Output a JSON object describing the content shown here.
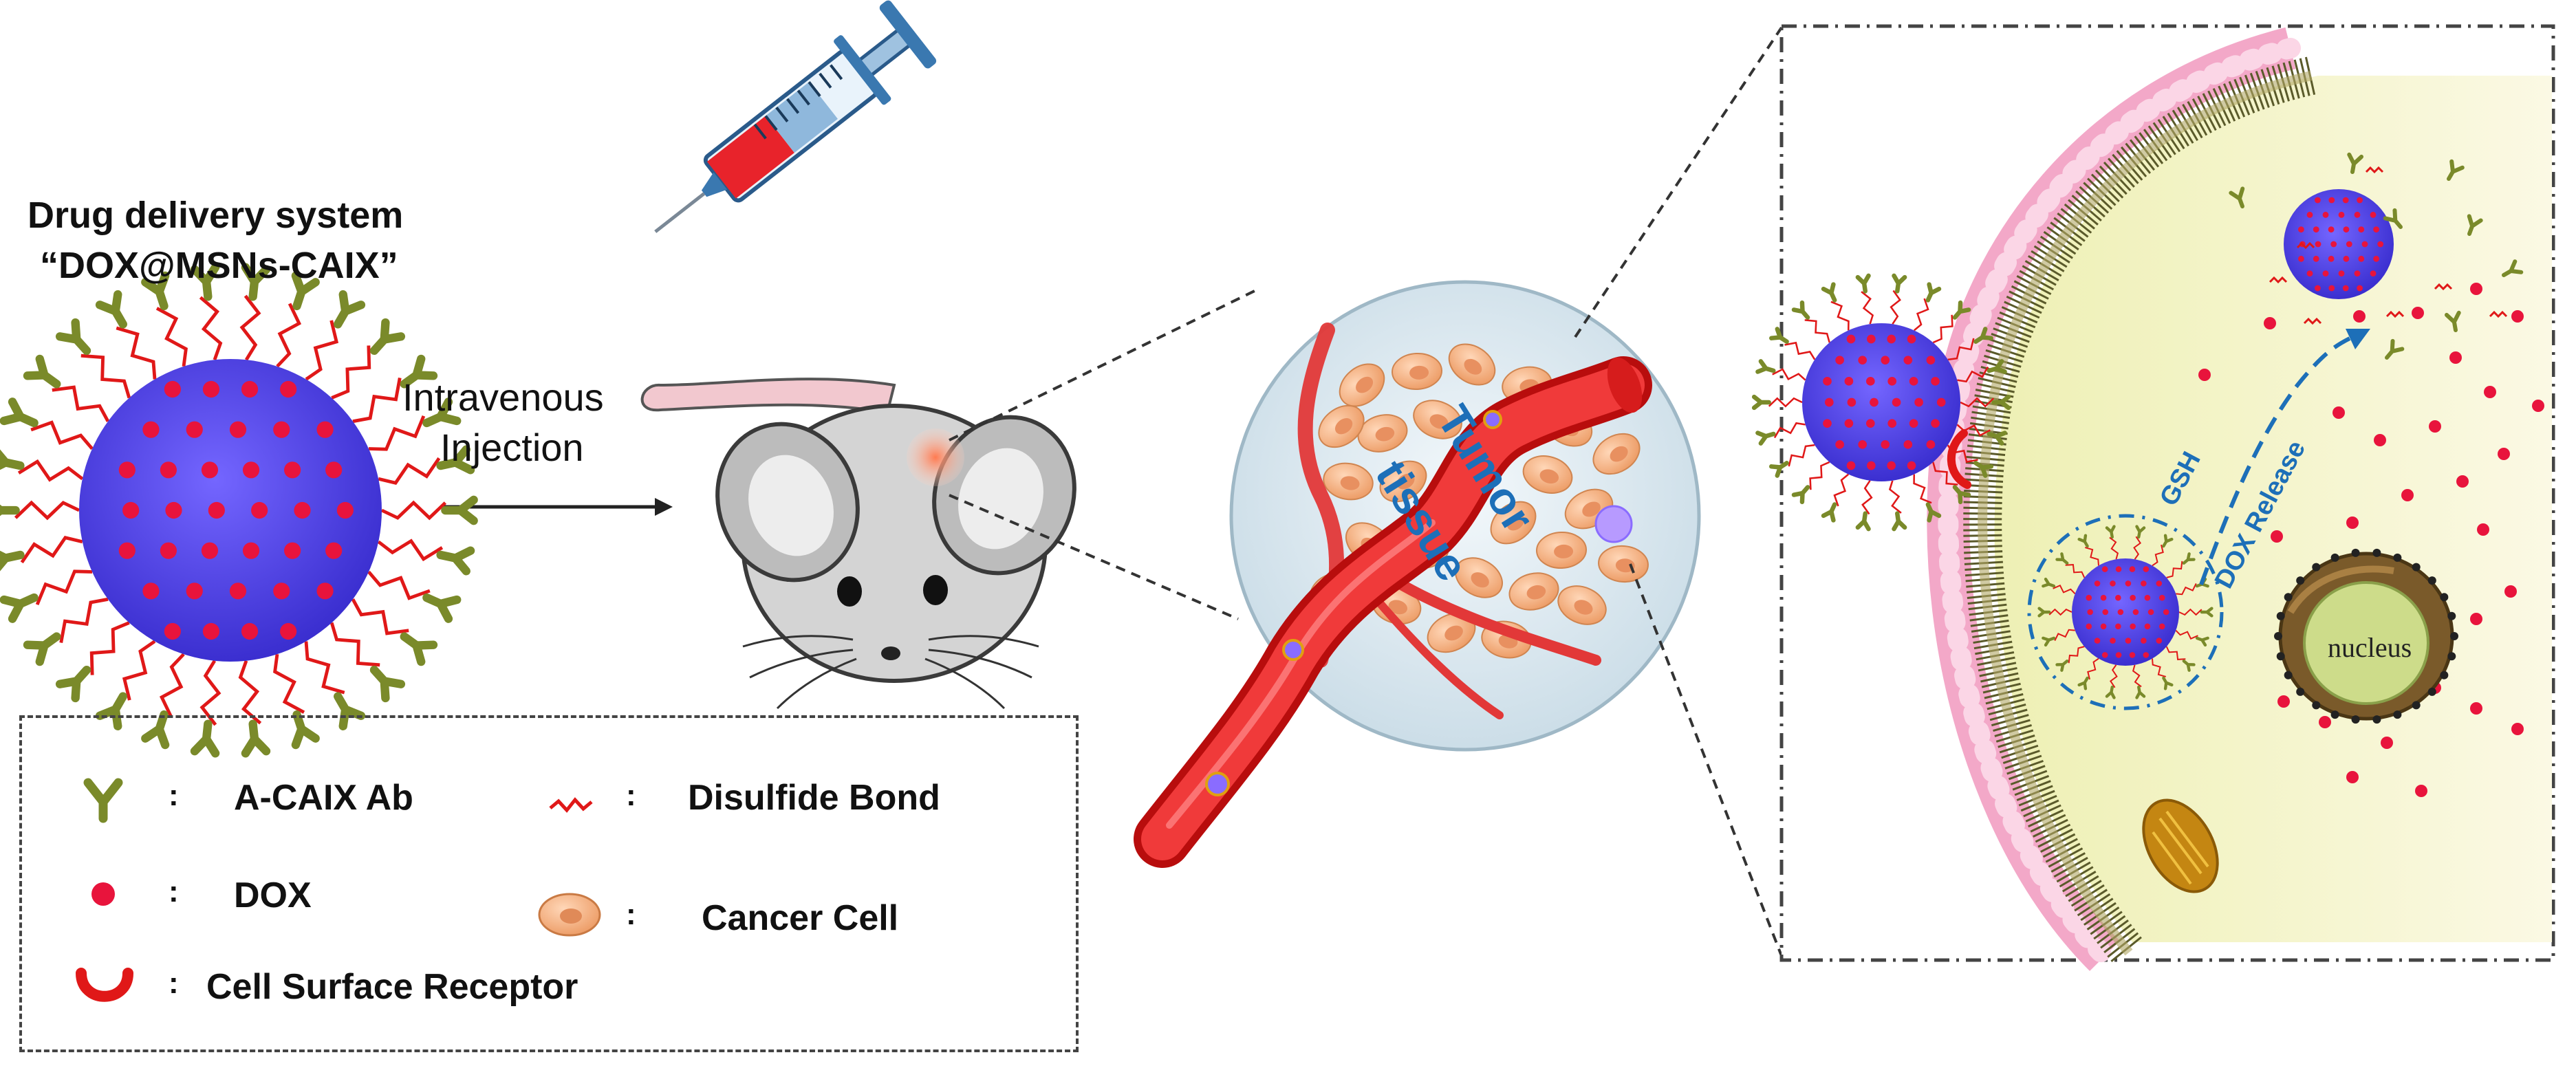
{
  "title_line1": "Drug delivery system",
  "title_line2": "“DOX@MSNs-CAIX”",
  "injection_line1": "Intravenous",
  "injection_line2": "Injection",
  "tumor_label_1": "Tumor",
  "tumor_label_2": "tissue",
  "gsh_label": "GSH",
  "release_label": "DOX Release",
  "nucleus_label": "nucleus",
  "legend": {
    "items": [
      {
        "icon": "antibody-icon",
        "label": "A-CAIX Ab"
      },
      {
        "icon": "disulfide-bond-icon",
        "label": "Disulfide Bond"
      },
      {
        "icon": "dox-dot-icon",
        "label": "DOX"
      },
      {
        "icon": "cancer-cell-icon",
        "label": "Cancer Cell"
      },
      {
        "icon": "cell-receptor-icon",
        "label": "Cell Surface Receptor"
      }
    ]
  },
  "colors": {
    "nanoparticle": "#5a4cf0",
    "dox": "#e8143c",
    "antibody": "#7a8a2a",
    "vessel": "#e01818",
    "membrane": "#f4b4d0",
    "cytoplasm": "#f6f3c2",
    "cancer_cell": "#f2a774",
    "label_blue": "#1d6fb8"
  }
}
